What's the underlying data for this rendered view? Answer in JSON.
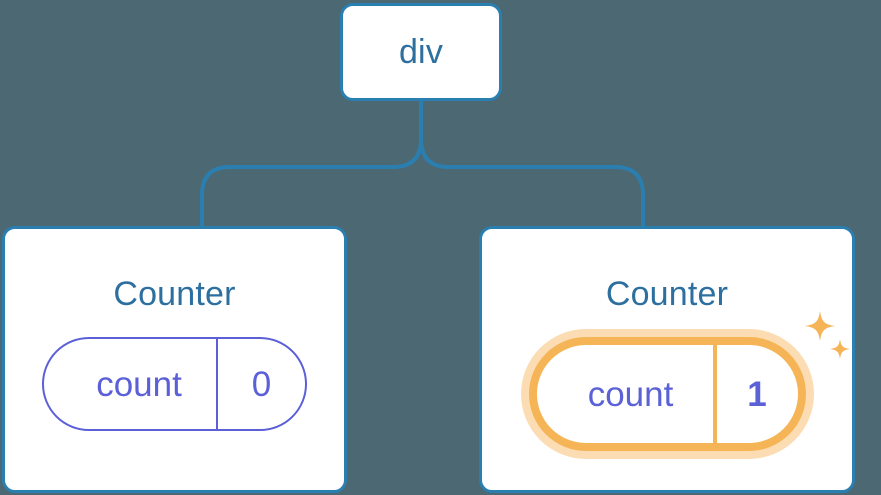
{
  "diagram": {
    "background_color": "#4b6873",
    "node_border_color": "#2b7eb0",
    "node_text_color": "#2d6f9e",
    "state_color": "#5b5fd8",
    "highlight_color": "#f5b556",
    "highlight_halo_color": "#fbdcb3",
    "root": {
      "label": "div"
    },
    "children": [
      {
        "title": "Counter",
        "state": {
          "key": "count",
          "value": "0",
          "highlighted": false
        }
      },
      {
        "title": "Counter",
        "state": {
          "key": "count",
          "value": "1",
          "highlighted": true
        },
        "sparkle_icons": [
          "sparkle-large",
          "sparkle-small"
        ]
      }
    ]
  }
}
